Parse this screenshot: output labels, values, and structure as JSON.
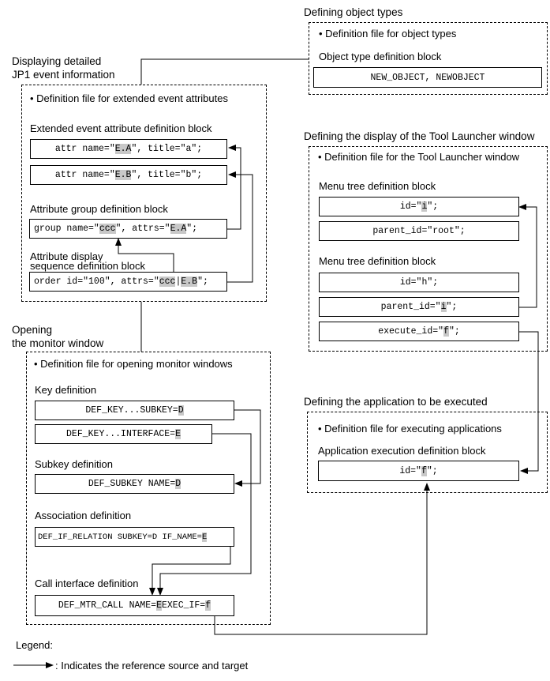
{
  "sections": {
    "object_types": {
      "heading": "Defining object types",
      "file_title": "• Definition file for object types",
      "block_label": "Object type definition block",
      "line": {
        "pre": "NEW_OBJECT, NEWOBJECT",
        "hl": "",
        "post": ""
      }
    },
    "jp1_event": {
      "heading_l1": "Displaying detailed",
      "heading_l2": "JP1 event information",
      "file_title": "• Definition file for extended event attributes",
      "block1_label": "Extended event attribute definition block",
      "attr_a": {
        "pre": "attr name=\"",
        "hl": "E.A",
        "post": "\", title=\"a\";"
      },
      "attr_b": {
        "pre": "attr name=\"",
        "hl": "E.B",
        "post": "\", title=\"b\";"
      },
      "block2_label": "Attribute group definition block",
      "group": {
        "pre": "group name=\"",
        "hl": "ccc",
        "mid": "\", attrs=\"",
        "hl2": "E.A",
        "post": "\";"
      },
      "block3_label_l1": "Attribute display",
      "block3_label_l2": "sequence definition block",
      "order": {
        "pre": "order id=\"100\", attrs=\"",
        "hl": "ccc",
        "mid": "|",
        "hl2": "E.B",
        "post": "\";"
      }
    },
    "tool_launcher": {
      "heading": "Defining the display of the Tool Launcher window",
      "file_title": "• Definition file for the Tool Launcher window",
      "block1_label": "Menu tree definition block",
      "id_i": {
        "pre": "id=\"",
        "hl": "i",
        "post": "\";"
      },
      "parent_root": {
        "pre": "parent_id=\"root\";",
        "hl": "",
        "post": ""
      },
      "block2_label": "Menu tree definition block",
      "id_h": {
        "pre": "id=\"h\";",
        "hl": "",
        "post": ""
      },
      "parent_i": {
        "pre": "parent_id=\"",
        "hl": "i",
        "post": "\";"
      },
      "execute_f": {
        "pre": "execute_id=\"",
        "hl": "f",
        "post": "\";"
      }
    },
    "monitor": {
      "heading_l1": "Opening",
      "heading_l2": "the monitor window",
      "file_title": "• Definition file for opening monitor windows",
      "key_label": "Key definition",
      "def_key_subkey": {
        "pre": "DEF_KEY...SUBKEY=",
        "hl": "D",
        "post": ""
      },
      "def_key_interface": {
        "pre": "DEF_KEY...INTERFACE=",
        "hl": "E",
        "post": ""
      },
      "subkey_label": "Subkey definition",
      "def_subkey": {
        "pre": "DEF_SUBKEY NAME=",
        "hl": "D",
        "post": ""
      },
      "assoc_label": "Association definition",
      "def_if_relation": {
        "pre": "DEF_IF_RELATION SUBKEY=D IF_NAME=",
        "hl": "E",
        "post": ""
      },
      "call_label": "Call interface definition",
      "def_mtr_call": {
        "pre": "DEF_MTR_CALL NAME=",
        "hl": "E",
        "mid": " EXEC_IF=",
        "hl2": "f",
        "post": ""
      }
    },
    "application": {
      "heading": "Defining the application to be executed",
      "file_title": "• Definition file for executing applications",
      "block_label": "Application execution definition block",
      "id_f": {
        "pre": "id=\"",
        "hl": "f",
        "post": "\";"
      }
    }
  },
  "legend": {
    "title": "Legend:",
    "text": ": Indicates the reference source and target"
  }
}
